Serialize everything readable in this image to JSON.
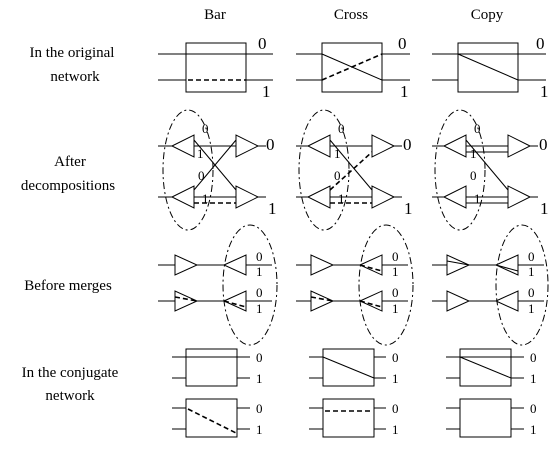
{
  "columns": {
    "bar": "Bar",
    "cross": "Cross",
    "copy": "Copy"
  },
  "rows": {
    "original_line1": "In the original",
    "original_line2": "network",
    "after_line1": "After",
    "after_line2": "decompositions",
    "before": "Before merges",
    "conjugate_line1": "In the conjugate",
    "conjugate_line2": "network"
  },
  "ports": {
    "zero": "0",
    "one": "1"
  }
}
